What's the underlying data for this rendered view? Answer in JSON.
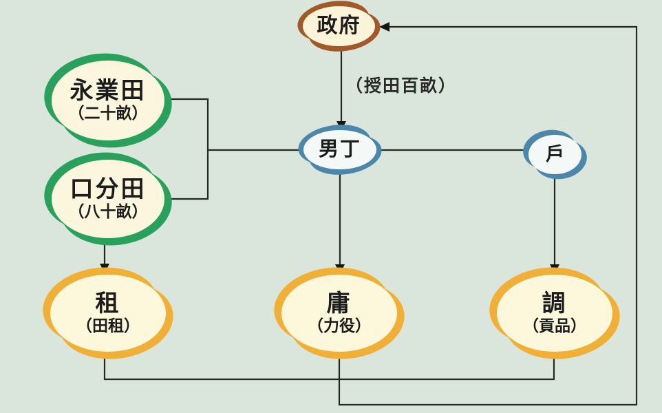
{
  "canvas": {
    "background": "#dae5db",
    "line_color": "#222a22"
  },
  "nodes": {
    "government": {
      "label": "政府",
      "fill": "#fcf4d9",
      "accent": "#a2592a"
    },
    "yongye_field": {
      "label": "永業田",
      "sub": "（二十畝）",
      "fill": "#fbf6dd",
      "accent": "#29a15c"
    },
    "koufen_field": {
      "label": "口分田",
      "sub": "（八十畝）",
      "fill": "#fbf6dd",
      "accent": "#29a15c"
    },
    "adult_male": {
      "label": "男丁",
      "fill": "#f4f9f8",
      "accent": "#4c86a8"
    },
    "household": {
      "label": "戶",
      "fill": "#f4f9f8",
      "accent": "#4c86a8"
    },
    "zu": {
      "label": "租",
      "sub": "（田租）",
      "fill": "#fdf7dc",
      "accent": "#f0b038"
    },
    "yong": {
      "label": "庸",
      "sub": "（力役）",
      "fill": "#fdf7dc",
      "accent": "#f0b038"
    },
    "diao": {
      "label": "調",
      "sub": "（貢品）",
      "fill": "#fdf7dc",
      "accent": "#f0b038"
    }
  },
  "edge_labels": {
    "grant": "（授田百畝）"
  }
}
